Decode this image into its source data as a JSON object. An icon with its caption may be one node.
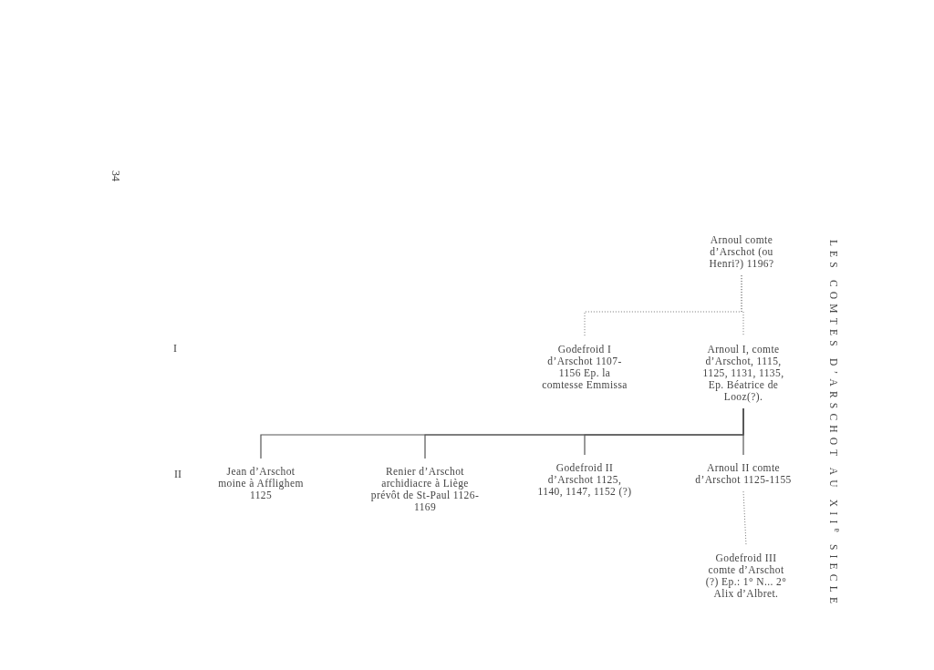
{
  "diagram": {
    "nodes": [
      {
        "text": [
          "Arnoul comte d’Arschot (ou Henri?) 1196?"
        ]
      },
      {
        "text": [
          "Godefroid I d’Arschot 1107-1156 Ep. la comtesse Emmissa"
        ]
      },
      {
        "text": [
          "Arnoul I, comte d’Arschot, 1115, 1125, 1131, 1135, Ep. Béatrice de Looz(?)."
        ]
      },
      {
        "text": [
          "Jean d’Arschot moine à Afflighem 1125"
        ]
      },
      {
        "text": [
          "Renier d’Arschot archidiacre à Liège prévôt de St-Paul 1126-1169"
        ]
      },
      {
        "text": [
          "Godefroid II d’Arschot 1125, 1140, 1147, 1152 (?)"
        ]
      },
      {
        "text": [
          "Arnoul II comte d’Arschot 1125-1155"
        ]
      },
      {
        "text": [
          "Godefroid III comte d’Arschot (?) Ep.: 1° N... 2° Alix d’Albret."
        ]
      }
    ],
    "edges": [
      {
        "from": 0,
        "to": 1,
        "arrow": "none",
        "style": "dashed"
      },
      {
        "from": 0,
        "to": 2,
        "arrow": "none",
        "style": "dashed"
      },
      {
        "from": 2,
        "to": 3,
        "arrow": "none"
      },
      {
        "from": 2,
        "to": 4,
        "arrow": "none"
      },
      {
        "from": 2,
        "to": 5,
        "arrow": "none"
      },
      {
        "from": 2,
        "to": 6,
        "arrow": "none"
      },
      {
        "from": 6,
        "to": 7,
        "arrow": "none",
        "style": "dashed"
      }
    ],
    "labels": [
      "34",
      "LES COMTES D’ARSCHOT AU XII$^{e}$ SIECLE",
      "I",
      "II"
    ]
  }
}
